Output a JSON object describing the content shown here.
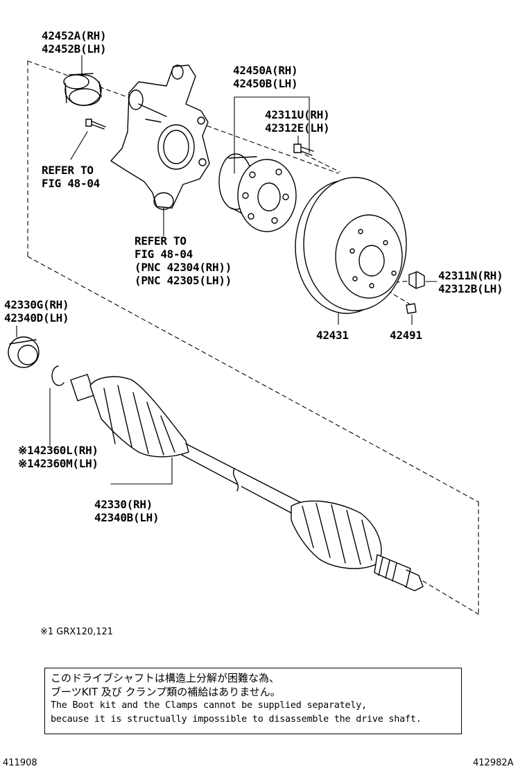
{
  "parts": {
    "bearing_rh": "42452A(RH)",
    "bearing_lh": "42452B(LH)",
    "hub_rh": "42450A(RH)",
    "hub_lh": "42450B(LH)",
    "hub_bolt_rh": "42311U(RH)",
    "hub_bolt_lh": "42312E(LH)",
    "refer_a_line1": "REFER TO",
    "refer_a_line2": "FIG 48-04",
    "refer_b_line1": "REFER TO",
    "refer_b_line2": "FIG 48-04",
    "refer_b_line3": "(PNC 42304(RH))",
    "refer_b_line4": "(PNC 42305(LH))",
    "nut_rh": "42311N(RH)",
    "nut_lh": "42312B(LH)",
    "disc": "42431",
    "cap": "42491",
    "seal_rh": "42330G(RH)",
    "seal_lh": "42340D(LH)",
    "snap_ring_rh": "※142360L(RH)",
    "snap_ring_lh": "※142360M(LH)",
    "shaft_rh": "42330(RH)",
    "shaft_lh": "42340B(LH)"
  },
  "footnote": "※1 GRX120,121",
  "note": {
    "jp_line1": "このドライブシャフトは構造上分解が困難な為、",
    "jp_line2": "ブーツKIT 及び クランプ類の補給はありません。",
    "en_line1": "The Boot kit and the Clamps cannot be supplied separately,",
    "en_line2": "because it is structually impossible to disassemble the drive shaft."
  },
  "footer": {
    "left_code": "411908",
    "right_code": "412982A"
  }
}
